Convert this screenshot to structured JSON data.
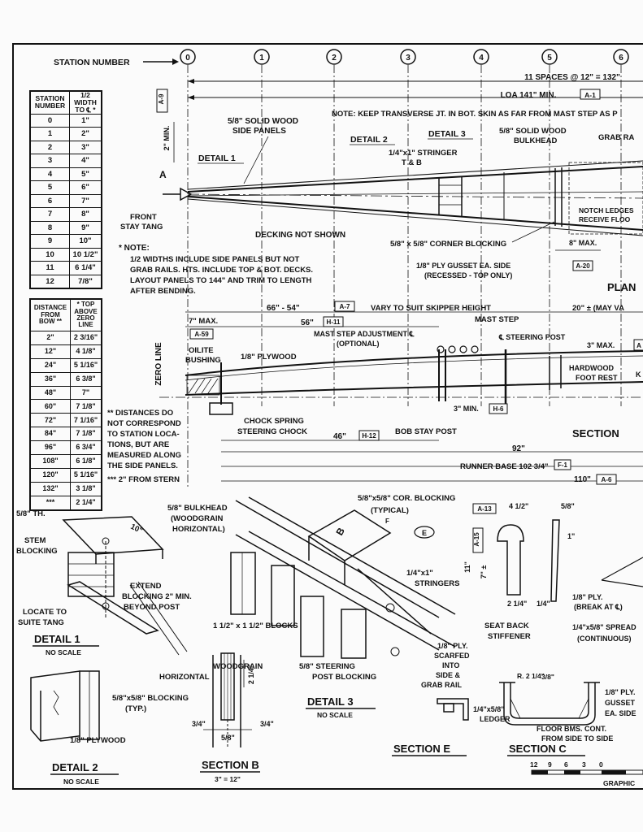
{
  "header": {
    "station_number_label": "STATION NUMBER",
    "stations": [
      "0",
      "1",
      "2",
      "3",
      "4",
      "5",
      "6"
    ],
    "spaces_note": "11 SPACES @ 12\" = 132\"",
    "loa_note": "LOA 141\" MIN.",
    "loa_ref": "A-1",
    "side_ref": "A-9",
    "side_dim": "2\" MIN.",
    "transverse_note": "NOTE: KEEP TRANSVERSE JT. IN BOT. SKIN AS FAR FROM MAST STEP AS P"
  },
  "plan": {
    "solid_wood_side_panels": [
      "5/8\" SOLID WOOD",
      "SIDE PANELS"
    ],
    "detail_2": "DETAIL 2",
    "detail_3": "DETAIL 3",
    "detail_1": "DETAIL 1",
    "stringer": [
      "1/4\"x1\" STRINGER",
      "T & B"
    ],
    "solid_wood_bulkhead": [
      "5/8\" SOLID WOOD",
      "BULKHEAD"
    ],
    "grab_rail": "GRAB RA",
    "front_stay_tang": [
      "FRONT",
      "STAY TANG"
    ],
    "decking_not_shown": "DECKING NOT SHOWN",
    "notch_ledges": [
      "NOTCH LEDGES",
      "RECEIVE FLOO"
    ],
    "corner_blocking": "5/8\" x 5/8\" CORNER BLOCKING",
    "gusset": [
      "1/8\" PLY GUSSET EA. SIDE",
      "(RECESSED - TOP ONLY)"
    ],
    "max_8": "8\" MAX.",
    "ref_a20": "A-20",
    "plan_title": "PLAN",
    "a_marker": "A"
  },
  "note": {
    "heading": "* NOTE:",
    "lines": [
      "1/2 WIDTHS INCLUDE SIDE PANELS BUT NOT",
      "GRAB RAILS. HTS. INCLUDE TOP & BOT. DECKS.",
      "LAYOUT PANELS TO 144\" AND TRIM TO LENGTH",
      "AFTER BENDING."
    ]
  },
  "station_table": {
    "headers": [
      "STATION NUMBER",
      "1/2 WIDTH TO ℄ *"
    ],
    "rows": [
      [
        "0",
        "1\""
      ],
      [
        "1",
        "2\""
      ],
      [
        "2",
        "3\""
      ],
      [
        "3",
        "4\""
      ],
      [
        "4",
        "5\""
      ],
      [
        "5",
        "6\""
      ],
      [
        "6",
        "7\""
      ],
      [
        "7",
        "8\""
      ],
      [
        "8",
        "9\""
      ],
      [
        "9",
        "10\""
      ],
      [
        "10",
        "10 1/2\""
      ],
      [
        "11",
        "6 1/4\""
      ],
      [
        "12",
        "7/8\""
      ]
    ]
  },
  "top_table": {
    "headers": [
      "DISTANCE FROM BOW **",
      "* TOP ABOVE ZERO LINE"
    ],
    "rows": [
      [
        "2\"",
        "2 3/16\""
      ],
      [
        "12\"",
        "4 1/8\""
      ],
      [
        "24\"",
        "5 1/16\""
      ],
      [
        "36\"",
        "6 3/8\""
      ],
      [
        "48\"",
        "7\""
      ],
      [
        "60\"",
        "7 1/8\""
      ],
      [
        "72\"",
        "7 1/16\""
      ],
      [
        "84\"",
        "7 1/8\""
      ],
      [
        "96\"",
        "6 3/4\""
      ],
      [
        "108\"",
        "6 1/8\""
      ],
      [
        "120\"",
        "5 1/16\""
      ],
      [
        "132\"",
        "3 1/8\""
      ],
      [
        "***",
        "2 1/4\""
      ]
    ]
  },
  "profile": {
    "dim_66_54": "66\" - 54\"",
    "ref_a7": "A-7",
    "vary_note": "VARY TO SUIT SKIPPER HEIGHT",
    "dim_20": "20\" ± (MAY VA",
    "max_7": "7\" MAX.",
    "dim_56": "56\"",
    "ref_h11": "H-11",
    "mast_step": "MAST STEP",
    "mast_step_adj": [
      "MAST STEP ADJUSTMENT ℄",
      "(OPTIONAL)"
    ],
    "steering_post": "℄ STEERING POST",
    "max_3": "3\" MAX.",
    "ref_a": "A",
    "ref_a59": "A-59",
    "zero_line": "ZERO LINE",
    "oilite": [
      "OILITE",
      "BUSHING"
    ],
    "plywood": "1/8\" PLYWOOD",
    "foot_rest": [
      "HARDWOOD",
      "FOOT REST"
    ],
    "k_cut": "K",
    "chock_spring": "CHOCK SPRING",
    "steering_chock": "STEERING CHOCK",
    "dim_46": "46\"",
    "ref_h12": "H-12",
    "bob_stay": "BOB STAY POST",
    "min_3": "3\" MIN.",
    "ref_h6": "H-6",
    "section_title": "SECTION",
    "distances_note": [
      "** DISTANCES DO",
      "NOT CORRESPOND",
      "TO STATION LOCA-",
      "TIONS, BUT ARE",
      "MEASURED ALONG",
      "THE SIDE PANELS."
    ],
    "from_stern": "*** 2\" FROM STERN",
    "dim_92": "92\"",
    "runner_base": "RUNNER BASE 102 3/4\"",
    "ref_f1": "F-1",
    "dim_110": "110\"",
    "ref_a6": "A-6"
  },
  "detail1": {
    "thickness": "5/8\" TH.",
    "dim_10": "10\"",
    "stem_blocking": [
      "STEM",
      "BLOCKING"
    ],
    "extend": [
      "EXTEND",
      "BLOCKING 2\" MIN.",
      "BEYOND POST"
    ],
    "locate": [
      "LOCATE TO",
      "SUITE TANG"
    ],
    "title": "DETAIL 1",
    "scale": "NO SCALE"
  },
  "center": {
    "bulkhead": [
      "5/8\" BULKHEAD",
      "(WOODGRAIN",
      "HORIZONTAL)"
    ],
    "cor_blocking": [
      "5/8\"x5/8\" COR. BLOCKING",
      "(TYPICAL)"
    ],
    "b_marker": "B",
    "f_mark": "F",
    "e_marker": "E",
    "stringers": [
      "1/4\"x1\"",
      "STRINGERS"
    ],
    "blocks": "1 1/2\" x 1 1/2\" BLOCKS",
    "steering_blocking": [
      "5/8\" STEERING",
      "POST BLOCKING"
    ],
    "scarfed": [
      "1/8\" PLY.",
      "SCARFED",
      "INTO",
      "SIDE &",
      "GRAB RAIL"
    ],
    "detail3_title": "DETAIL 3",
    "detail3_scale": "NO SCALE"
  },
  "seat": {
    "ref_a13": "A-13",
    "dim_w": "4 1/2\"",
    "dim_58": "5/8\"",
    "ref_a15": "A-15",
    "dim_11": "11\"",
    "dim_7": "7\" ±",
    "dim_2": "2 1/4\"",
    "dim_14": "1/4\"",
    "dim_1": "1\"",
    "label": [
      "SEAT BACK",
      "STIFFENER"
    ],
    "ply": [
      "1/8\" PLY.",
      "(BREAK AT ℄)"
    ],
    "spread": [
      "1/4\"x5/8\" SPREAD",
      "(CONTINUOUS)"
    ]
  },
  "detail2": {
    "blocking": [
      "5/8\"x5/8\" BLOCKING",
      "(TYP.)"
    ],
    "plywood": "1/8\" PLYWOOD",
    "title": "DETAIL 2",
    "scale": "NO SCALE"
  },
  "sectionB": {
    "woodgrain": [
      "WOODGRAIN",
      "HORIZONTAL"
    ],
    "dim_2": "2 1/4\"",
    "dim_34a": "3/4\"",
    "dim_58": "5/8\"",
    "dim_34b": "3/4\"",
    "title": "SECTION B",
    "scale": "3\" = 12\""
  },
  "sectionE": {
    "ledger": [
      "1/4\"x5/8\"",
      "LEDGER"
    ],
    "title": "SECTION E"
  },
  "sectionC": {
    "r_note": "R. 2 1/4\"",
    "dim_38": "3/8\"",
    "floor": [
      "FLOOR BMS. CONT.",
      "FROM SIDE TO SIDE"
    ],
    "gusset": [
      "1/8\" PLY.",
      "GUSSET",
      "EA. SIDE"
    ],
    "title": "SECTION C"
  },
  "scale_bar": {
    "ticks": [
      "12",
      "9",
      "6",
      "3",
      "0"
    ],
    "label": "GRAPHIC"
  }
}
